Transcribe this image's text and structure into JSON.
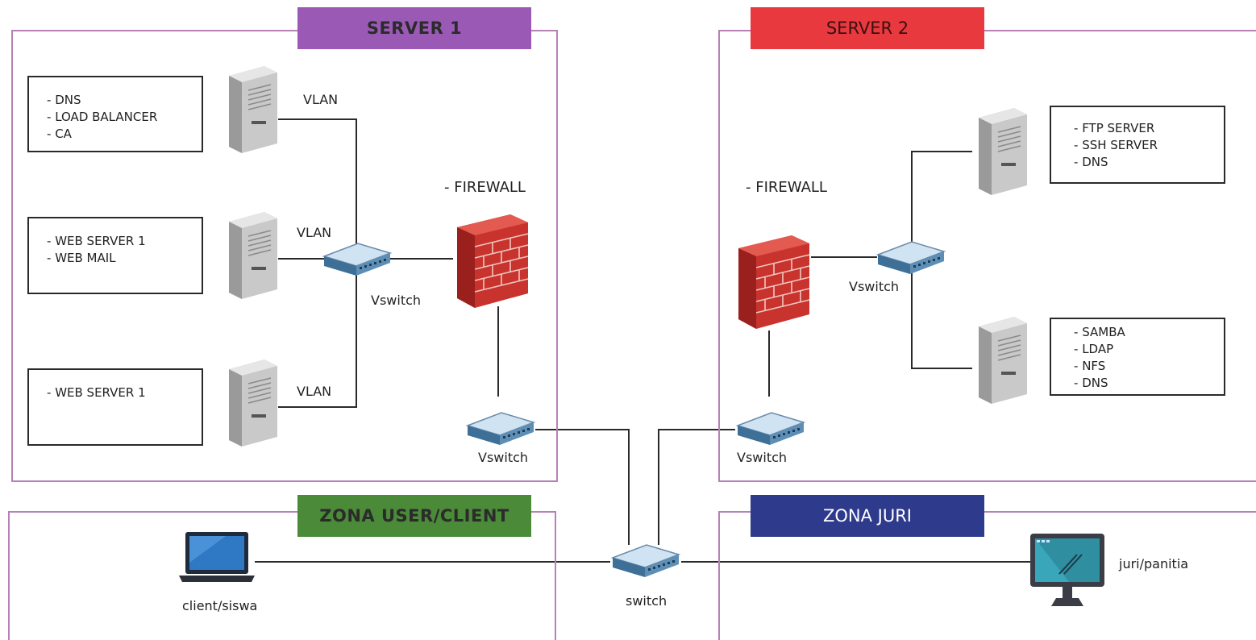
{
  "zones": {
    "server1": {
      "title": "SERVER 1",
      "color": "#9b59b6"
    },
    "server2": {
      "title": "SERVER 2",
      "color": "#e8393f"
    },
    "client": {
      "title": "ZONA USER/CLIENT",
      "color": "#4a8a38"
    },
    "juri": {
      "title": "ZONA JURI",
      "color": "#2e3a8c"
    }
  },
  "server1": {
    "boxes": [
      {
        "items": [
          "DNS",
          "LOAD BALANCER",
          "CA"
        ]
      },
      {
        "items": [
          "WEB SERVER 1",
          "WEB MAIL"
        ]
      },
      {
        "items": [
          "WEB SERVER 1"
        ]
      }
    ],
    "vlan_labels": [
      "VLAN",
      "VLAN",
      "VLAN"
    ],
    "vswitch_label": "Vswitch",
    "firewall_label": "- FIREWALL",
    "lower_vswitch_label": "Vswitch"
  },
  "server2": {
    "boxes": [
      {
        "items": [
          "FTP SERVER",
          "SSH SERVER",
          "DNS"
        ]
      },
      {
        "items": [
          "SAMBA",
          "LDAP",
          "NFS",
          "DNS"
        ]
      }
    ],
    "vswitch_label": "Vswitch",
    "firewall_label": "- FIREWALL",
    "lower_vswitch_label": "Vswitch"
  },
  "core": {
    "switch_label": "switch"
  },
  "client": {
    "device_label": "client/siswa"
  },
  "juri": {
    "device_label": "juri/panitia"
  },
  "icons": [
    "server-tower-icon",
    "network-switch-icon",
    "firewall-brick-icon",
    "laptop-icon",
    "monitor-icon"
  ]
}
